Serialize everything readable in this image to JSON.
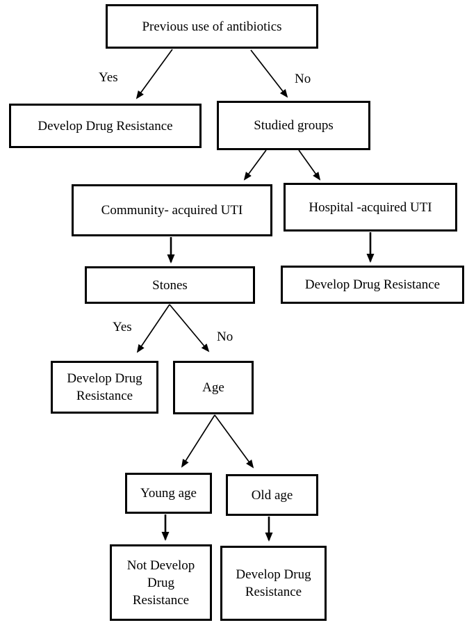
{
  "diagram": {
    "type": "flowchart",
    "colors": {
      "ink": "#000000",
      "background": "#ffffff"
    },
    "nodes": {
      "previous_use": {
        "label": "Previous use of antibiotics"
      },
      "develop_resistance_1": {
        "label": "Develop Drug Resistance"
      },
      "studied_groups": {
        "label": "Studied groups"
      },
      "community_uti": {
        "label": "Community- acquired UTI"
      },
      "hospital_uti": {
        "label": "Hospital -acquired UTI"
      },
      "stones": {
        "label": "Stones"
      },
      "develop_resistance_2": {
        "label": "Develop Drug Resistance"
      },
      "develop_resistance_3": {
        "label": "Develop Drug Resistance"
      },
      "age": {
        "label": "Age"
      },
      "young_age": {
        "label": "Young age"
      },
      "old_age": {
        "label": "Old age"
      },
      "not_develop_resistance": {
        "label": "Not Develop Drug Resistance"
      },
      "develop_resistance_4": {
        "label": "Develop Drug Resistance"
      }
    },
    "edge_labels": {
      "prev_yes": "Yes",
      "prev_no": "No",
      "stones_yes": "Yes",
      "stones_no": "No"
    },
    "edges": [
      {
        "from": "previous_use",
        "to": "develop_resistance_1",
        "label": "Yes"
      },
      {
        "from": "previous_use",
        "to": "studied_groups",
        "label": "No"
      },
      {
        "from": "studied_groups",
        "to": "community_uti",
        "label": ""
      },
      {
        "from": "studied_groups",
        "to": "hospital_uti",
        "label": ""
      },
      {
        "from": "community_uti",
        "to": "stones",
        "label": ""
      },
      {
        "from": "hospital_uti",
        "to": "develop_resistance_2",
        "label": ""
      },
      {
        "from": "stones",
        "to": "develop_resistance_3",
        "label": "Yes"
      },
      {
        "from": "stones",
        "to": "age",
        "label": "No"
      },
      {
        "from": "age",
        "to": "young_age",
        "label": ""
      },
      {
        "from": "age",
        "to": "old_age",
        "label": ""
      },
      {
        "from": "young_age",
        "to": "not_develop_resistance",
        "label": ""
      },
      {
        "from": "old_age",
        "to": "develop_resistance_4",
        "label": ""
      }
    ]
  }
}
